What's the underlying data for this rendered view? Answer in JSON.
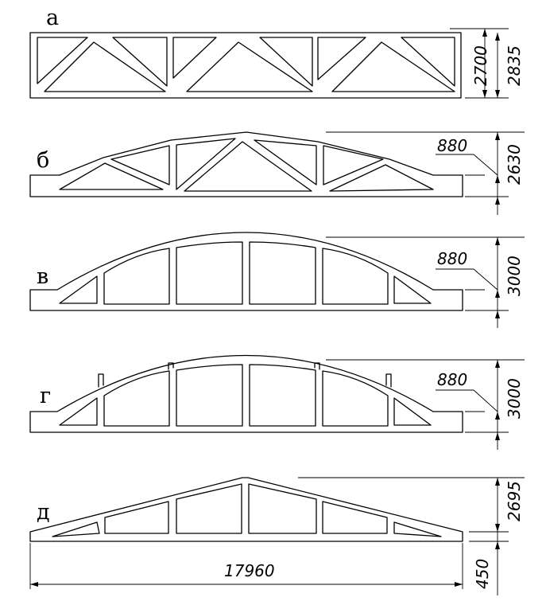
{
  "variants": [
    {
      "letter": "а",
      "dims": [
        "2700",
        "2835"
      ]
    },
    {
      "letter": "б",
      "dims": [
        "880",
        "2630"
      ]
    },
    {
      "letter": "в",
      "dims": [
        "880",
        "3000"
      ]
    },
    {
      "letter": "г",
      "dims": [
        "880",
        "3000"
      ]
    },
    {
      "letter": "д",
      "dims": [
        "2695",
        "450"
      ]
    }
  ],
  "overall_length": "17960"
}
